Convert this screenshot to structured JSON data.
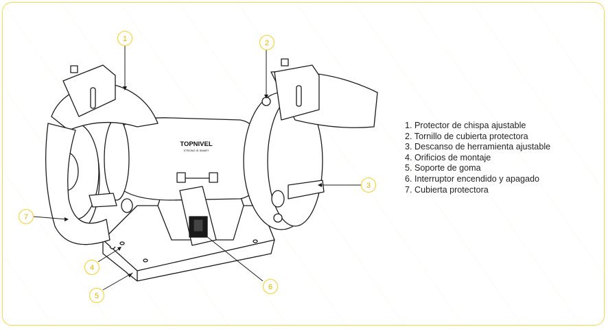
{
  "diagram": {
    "brand_logo": "TOPNIVEL",
    "brand_tagline": "STRONG IS SMART",
    "callouts": [
      "1",
      "2",
      "3",
      "4",
      "5",
      "6",
      "7"
    ],
    "legend": [
      "1. Protector de chispa ajustable",
      "2. Tornillo de cubierta protectora",
      "3. Descanso de herramienta ajustable",
      "4. Orificios de montaje",
      "5. Soporte de goma",
      "6. Interruptor encendido y apagado",
      "7. Cubierta protectora"
    ],
    "colors": {
      "accent": "#f6d64a",
      "callout_text": "#e0b400",
      "line": "#1a1a1a"
    }
  }
}
